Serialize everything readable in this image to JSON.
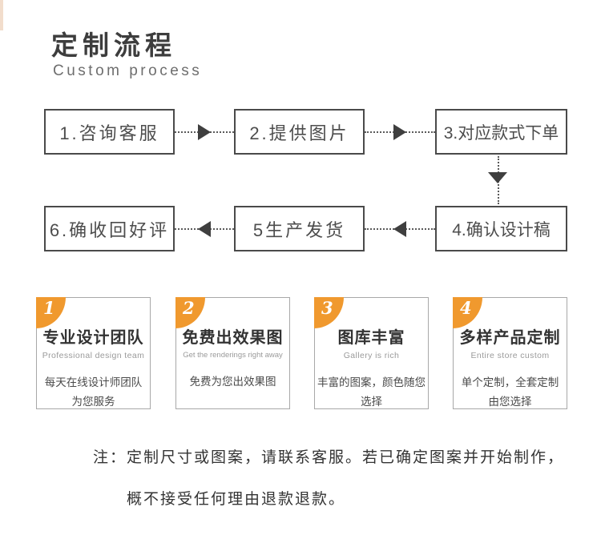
{
  "colors": {
    "accent_orange": "#F0992E",
    "box_border": "#4A4A4A",
    "card_border": "#A8A8A8",
    "strip_peach": "#F2DDCC"
  },
  "header": {
    "title": "定制流程",
    "subtitle": "Custom process"
  },
  "flow": {
    "row1": [
      {
        "label": "1.咨询客服"
      },
      {
        "label": "2.提供图片"
      },
      {
        "label": "3.对应款式下单"
      }
    ],
    "row2": [
      {
        "label": "6.确收回好评"
      },
      {
        "label": "5生产发货"
      },
      {
        "label": "4.确认设计稿"
      }
    ]
  },
  "features": [
    {
      "num": "1",
      "title": "专业设计团队",
      "subtitle": "Professional design team",
      "line1": "每天在线设计师团队",
      "line2": "为您服务"
    },
    {
      "num": "2",
      "title": "免费出效果图",
      "subtitle": "Get the renderings right away",
      "line1": "免费为您出效果图",
      "line2": ""
    },
    {
      "num": "3",
      "title": "图库丰富",
      "subtitle": "Gallery is rich",
      "line1": "丰富的图案，颜色随您",
      "line2": "选择"
    },
    {
      "num": "4",
      "title": "多样产品定制",
      "subtitle": "Entire store custom",
      "line1": "单个定制，全套定制",
      "line2": "由您选择"
    }
  ],
  "note": {
    "prefix": "注：",
    "line1": "定制尺寸或图案，请联系客服。若已确定图案并开始制作，",
    "line2": "概不接受任何理由退款退款。"
  }
}
